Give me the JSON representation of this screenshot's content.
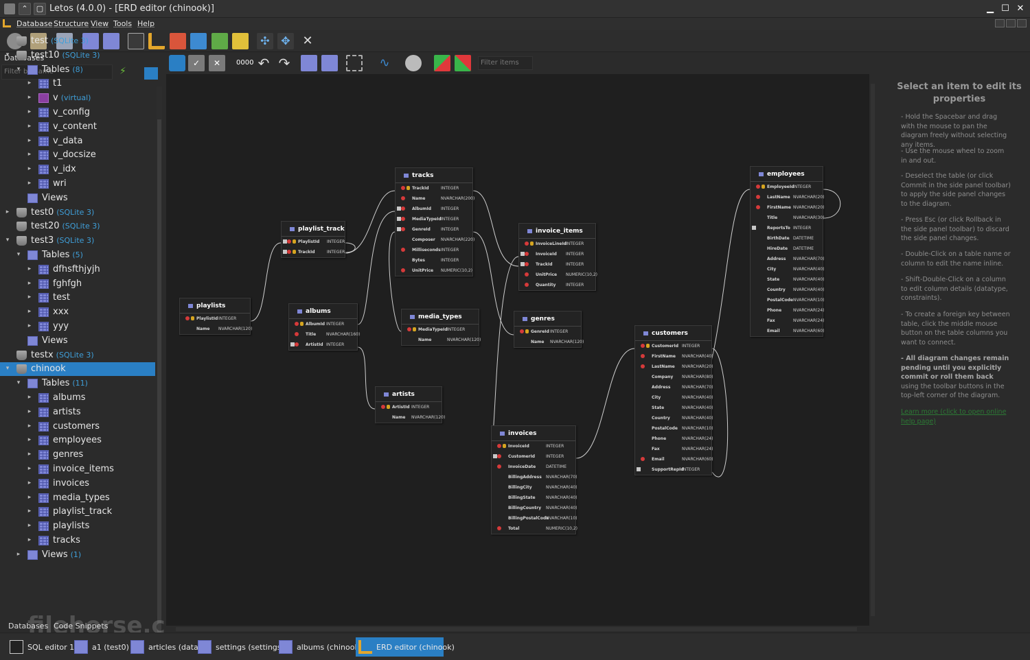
{
  "window": {
    "title": "Letos (4.0.0) - [ERD editor (chinook)]"
  },
  "menu": [
    "Database",
    "Structure",
    "View",
    "Tools",
    "Help"
  ],
  "left_panel": {
    "header": "Databases",
    "filter_placeholder": "Filter by name",
    "tree": [
      {
        "label": "test",
        "sub": "(SQLite 3)"
      },
      {
        "label": "test10",
        "sub": "(SQLite 3)"
      },
      {
        "label": "Tables",
        "sub": "(8)"
      },
      {
        "label": "t1",
        "sub": ""
      },
      {
        "label": "v",
        "sub": "(virtual)"
      },
      {
        "label": "v_config",
        "sub": ""
      },
      {
        "label": "v_content",
        "sub": ""
      },
      {
        "label": "v_data",
        "sub": ""
      },
      {
        "label": "v_docsize",
        "sub": ""
      },
      {
        "label": "v_idx",
        "sub": ""
      },
      {
        "label": "wri",
        "sub": ""
      },
      {
        "label": "Views",
        "sub": ""
      },
      {
        "label": "test0",
        "sub": "(SQLite 3)"
      },
      {
        "label": "test20",
        "sub": "(SQLite 3)"
      },
      {
        "label": "test3",
        "sub": "(SQLite 3)"
      },
      {
        "label": "Tables",
        "sub": "(5)"
      },
      {
        "label": "dfhsfthjyjh",
        "sub": ""
      },
      {
        "label": "fghfgh",
        "sub": ""
      },
      {
        "label": "test",
        "sub": ""
      },
      {
        "label": "xxx",
        "sub": ""
      },
      {
        "label": "yyy",
        "sub": ""
      },
      {
        "label": "Views",
        "sub": ""
      },
      {
        "label": "testx",
        "sub": "(SQLite 3)"
      },
      {
        "label": "chinook",
        "sub": ""
      },
      {
        "label": "Tables",
        "sub": "(11)"
      },
      {
        "label": "albums",
        "sub": ""
      },
      {
        "label": "artists",
        "sub": ""
      },
      {
        "label": "customers",
        "sub": ""
      },
      {
        "label": "employees",
        "sub": ""
      },
      {
        "label": "genres",
        "sub": ""
      },
      {
        "label": "invoice_items",
        "sub": ""
      },
      {
        "label": "invoices",
        "sub": ""
      },
      {
        "label": "media_types",
        "sub": ""
      },
      {
        "label": "playlist_track",
        "sub": ""
      },
      {
        "label": "playlists",
        "sub": ""
      },
      {
        "label": "tracks",
        "sub": ""
      },
      {
        "label": "Views",
        "sub": "(1)"
      }
    ],
    "bottom_tabs": [
      "Databases",
      "Code Snippets"
    ]
  },
  "erd_toolbar": {
    "zeros": "0000",
    "filter_placeholder": "Filter items"
  },
  "entities": {
    "tracks": {
      "name": "tracks",
      "cols": [
        [
          "TrackId",
          "INTEGER"
        ],
        [
          "Name",
          "NVARCHAR(200)"
        ],
        [
          "AlbumId",
          "INTEGER"
        ],
        [
          "MediaTypeId",
          "INTEGER"
        ],
        [
          "GenreId",
          "INTEGER"
        ],
        [
          "Composer",
          "NVARCHAR(220)"
        ],
        [
          "Milliseconds",
          "INTEGER"
        ],
        [
          "Bytes",
          "INTEGER"
        ],
        [
          "UnitPrice",
          "NUMERIC(10,2)"
        ]
      ]
    },
    "playlist_track": {
      "name": "playlist_track",
      "cols": [
        [
          "PlaylistId",
          "INTEGER"
        ],
        [
          "TrackId",
          "INTEGER"
        ]
      ]
    },
    "playlists": {
      "name": "playlists",
      "cols": [
        [
          "PlaylistId",
          "INTEGER"
        ],
        [
          "Name",
          "NVARCHAR(120)"
        ]
      ]
    },
    "albums": {
      "name": "albums",
      "cols": [
        [
          "AlbumId",
          "INTEGER"
        ],
        [
          "Title",
          "NVARCHAR(160)"
        ],
        [
          "ArtistId",
          "INTEGER"
        ]
      ]
    },
    "media_types": {
      "name": "media_types",
      "cols": [
        [
          "MediaTypeId",
          "INTEGER"
        ],
        [
          "Name",
          "NVARCHAR(120)"
        ]
      ]
    },
    "artists": {
      "name": "artists",
      "cols": [
        [
          "ArtistId",
          "INTEGER"
        ],
        [
          "Name",
          "NVARCHAR(120)"
        ]
      ]
    },
    "invoice_items": {
      "name": "invoice_items",
      "cols": [
        [
          "InvoiceLineId",
          "INTEGER"
        ],
        [
          "InvoiceId",
          "INTEGER"
        ],
        [
          "TrackId",
          "INTEGER"
        ],
        [
          "UnitPrice",
          "NUMERIC(10,2)"
        ],
        [
          "Quantity",
          "INTEGER"
        ]
      ]
    },
    "genres": {
      "name": "genres",
      "cols": [
        [
          "GenreId",
          "INTEGER"
        ],
        [
          "Name",
          "NVARCHAR(120)"
        ]
      ]
    },
    "invoices": {
      "name": "invoices",
      "cols": [
        [
          "InvoiceId",
          "INTEGER"
        ],
        [
          "CustomerId",
          "INTEGER"
        ],
        [
          "InvoiceDate",
          "DATETIME"
        ],
        [
          "BillingAddress",
          "NVARCHAR(70)"
        ],
        [
          "BillingCity",
          "NVARCHAR(40)"
        ],
        [
          "BillingState",
          "NVARCHAR(40)"
        ],
        [
          "BillingCountry",
          "NVARCHAR(40)"
        ],
        [
          "BillingPostalCode",
          "NVARCHAR(10)"
        ],
        [
          "Total",
          "NUMERIC(10,2)"
        ]
      ]
    },
    "customers": {
      "name": "customers",
      "cols": [
        [
          "CustomerId",
          "INTEGER"
        ],
        [
          "FirstName",
          "NVARCHAR(40)"
        ],
        [
          "LastName",
          "NVARCHAR(20)"
        ],
        [
          "Company",
          "NVARCHAR(80)"
        ],
        [
          "Address",
          "NVARCHAR(70)"
        ],
        [
          "City",
          "NVARCHAR(40)"
        ],
        [
          "State",
          "NVARCHAR(40)"
        ],
        [
          "Country",
          "NVARCHAR(40)"
        ],
        [
          "PostalCode",
          "NVARCHAR(10)"
        ],
        [
          "Phone",
          "NVARCHAR(24)"
        ],
        [
          "Fax",
          "NVARCHAR(24)"
        ],
        [
          "Email",
          "NVARCHAR(60)"
        ],
        [
          "SupportRepId",
          "INTEGER"
        ]
      ]
    },
    "employees": {
      "name": "employees",
      "cols": [
        [
          "EmployeeId",
          "INTEGER"
        ],
        [
          "LastName",
          "NVARCHAR(20)"
        ],
        [
          "FirstName",
          "NVARCHAR(20)"
        ],
        [
          "Title",
          "NVARCHAR(30)"
        ],
        [
          "ReportsTo",
          "INTEGER"
        ],
        [
          "BirthDate",
          "DATETIME"
        ],
        [
          "HireDate",
          "DATETIME"
        ],
        [
          "Address",
          "NVARCHAR(70)"
        ],
        [
          "City",
          "NVARCHAR(40)"
        ],
        [
          "State",
          "NVARCHAR(40)"
        ],
        [
          "Country",
          "NVARCHAR(40)"
        ],
        [
          "PostalCode",
          "NVARCHAR(10)"
        ],
        [
          "Phone",
          "NVARCHAR(24)"
        ],
        [
          "Fax",
          "NVARCHAR(24)"
        ],
        [
          "Email",
          "NVARCHAR(60)"
        ]
      ]
    }
  },
  "right_panel": {
    "title": "Select an item to edit its properties",
    "tips": [
      "- Hold the Spacebar and drag with the mouse to pan the diagram freely without selecting any items.",
      "- Use the mouse wheel to zoom in and out.",
      "- Deselect the table (or click Commit in the side panel toolbar) to apply the side panel changes to the diagram.",
      "- Press Esc (or click Rollback in the side panel toolbar) to discard the side panel changes.",
      "- Double-Click on a table name or column to edit the name inline.",
      "- Shift-Double-Click on a column to edit column details (datatype, constraints).",
      "- To create a foreign key between table, click the middle mouse button on the table columns you want to connect."
    ],
    "tip_bold": "- All diagram changes remain pending until you explicitly commit or roll them back",
    "tip_bold_rest": " using the toolbar buttons in the top-left corner of the diagram.",
    "learn_more": "Learn more (click to open online help page)"
  },
  "taskbar": [
    {
      "label": "SQL editor 1",
      "icon": "terminal-icon"
    },
    {
      "label": "a1 (test0)",
      "icon": "table-icon"
    },
    {
      "label": "articles (data)",
      "icon": "table-icon"
    },
    {
      "label": "settings (settings)",
      "icon": "table-icon"
    },
    {
      "label": "albums (chinook)",
      "icon": "table-icon"
    },
    {
      "label": "ERD editor (chinook)",
      "icon": "erd-icon"
    }
  ],
  "watermark": "filehorse.com",
  "colors": {
    "selection": "#2a7fc4",
    "db_sub": "#3f9fd9",
    "link_green": "#2c7a35",
    "accent_orange": "#e3a62c"
  }
}
